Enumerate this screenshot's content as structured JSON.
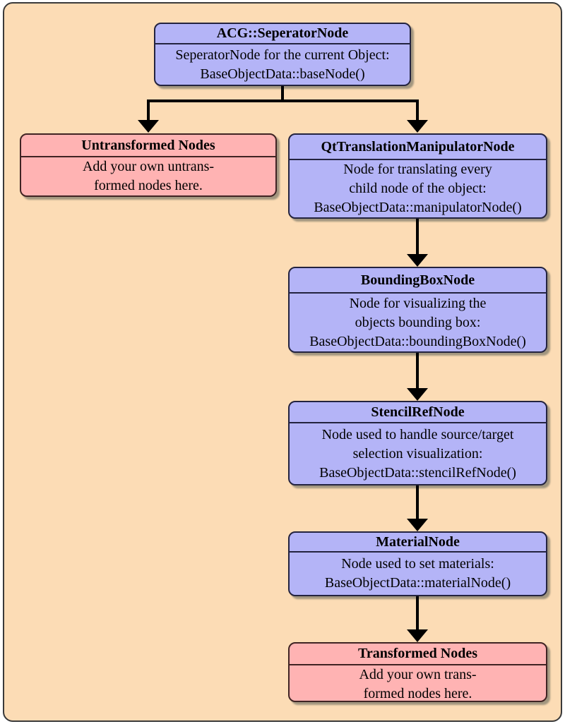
{
  "palette": {
    "background": "#fcdcb5",
    "page_border": "#3a3a3a",
    "blue_fill": "#b4b4f7",
    "blue_border": "#23233f",
    "pink_fill": "#ffb3b3",
    "pink_border": "#3f2323",
    "arrow": "#000000",
    "shadow": "#a2967f"
  },
  "nodes": {
    "separator": {
      "title": "ACG::SeperatorNode",
      "lines": [
        "SeperatorNode for the current Object:",
        "BaseObjectData::baseNode()"
      ]
    },
    "untransformed": {
      "title": "Untransformed Nodes",
      "lines": [
        "Add your own untrans-",
        "formed nodes here."
      ]
    },
    "manipulator": {
      "title": "QtTranslationManipulatorNode",
      "lines": [
        "Node for translating every",
        "child node of the object:",
        "BaseObjectData::manipulatorNode()"
      ]
    },
    "boundingbox": {
      "title": "BoundingBoxNode",
      "lines": [
        "Node for visualizing the",
        "objects bounding box:",
        "BaseObjectData::boundingBoxNode()"
      ]
    },
    "stencilref": {
      "title": "StencilRefNode",
      "lines": [
        "Node used to handle source/target",
        "selection visualization:",
        "BaseObjectData::stencilRefNode()"
      ]
    },
    "material": {
      "title": "MaterialNode",
      "lines": [
        "Node used to set materials:",
        "BaseObjectData::materialNode()"
      ]
    },
    "transformed": {
      "title": "Transformed Nodes",
      "lines": [
        "Add your own trans-",
        "formed nodes here."
      ]
    }
  },
  "edges": [
    {
      "from": "separator",
      "to": "untransformed"
    },
    {
      "from": "separator",
      "to": "manipulator"
    },
    {
      "from": "manipulator",
      "to": "boundingbox"
    },
    {
      "from": "boundingbox",
      "to": "stencilref"
    },
    {
      "from": "stencilref",
      "to": "material"
    },
    {
      "from": "material",
      "to": "transformed"
    }
  ]
}
